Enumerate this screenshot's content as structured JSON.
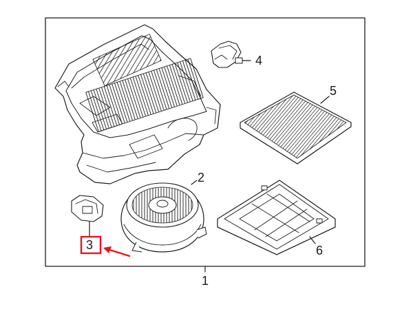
{
  "diagram": {
    "callouts": {
      "assembly": "1",
      "blower_motor": "2",
      "resistor": "3",
      "sensor": "4",
      "cabin_filter": "5",
      "filter_frame": "6"
    },
    "highlight_color": "#e8141b",
    "line_color": "#1a1a1a"
  }
}
